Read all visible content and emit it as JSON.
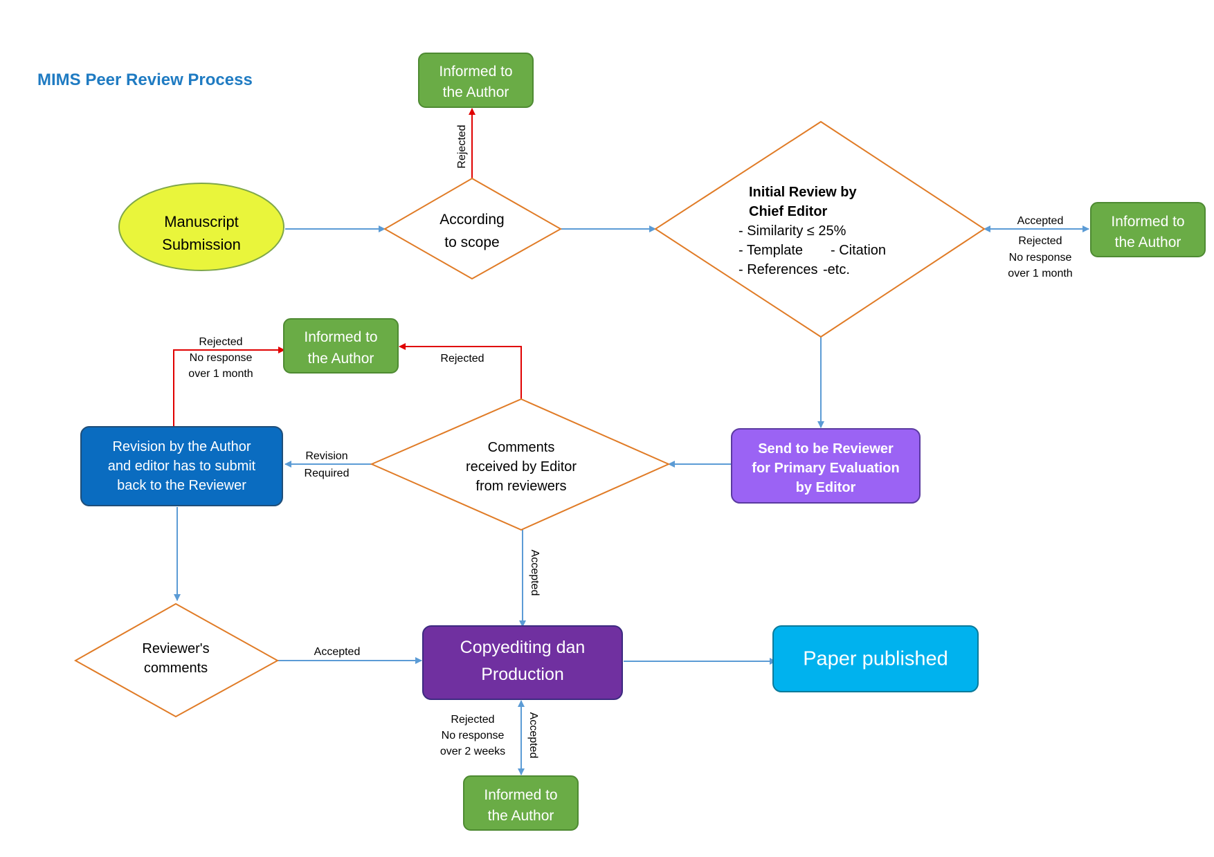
{
  "title": "MIMS Peer Review Process",
  "colors": {
    "title": "#1f7bc2",
    "flow_arrow": "#5b9bd5",
    "reject_arrow": "#e00000",
    "diamond_border": "#e07b26",
    "green_box": "#6aac46",
    "yellow_ellipse": "#e9f53b",
    "blue_box": "#0a6cc0",
    "lavender_box": "#9b63f4",
    "purple_box": "#7030a0",
    "cyan_box": "#00b2ee"
  },
  "nodes": {
    "manuscript_submission": {
      "line1": "Manuscript",
      "line2": "Submission"
    },
    "according_to_scope": {
      "line1": "According",
      "line2": "to scope"
    },
    "informed_top": {
      "line1": "Informed to",
      "line2": "the Author"
    },
    "initial_review": {
      "line1": "Initial Review by",
      "line2": "Chief Editor",
      "item1": "- Similarity ≤ 25%",
      "item2": "- Template",
      "item2b": "- Citation",
      "item3": "- References",
      "item3b": "-etc."
    },
    "informed_right": {
      "line1": "Informed to",
      "line2": "the Author"
    },
    "informed_mid": {
      "line1": "Informed to",
      "line2": "the Author"
    },
    "revision_by_author": {
      "line1": "Revision by the Author",
      "line2": "and editor has to submit",
      "line3": "back to the Reviewer"
    },
    "comments_received": {
      "line1": "Comments",
      "line2": "received by Editor",
      "line3": "from reviewers"
    },
    "send_to_reviewer": {
      "line1": "Send to be Reviewer",
      "line2": "for Primary Evaluation",
      "line3": "by Editor"
    },
    "reviewers_comments": {
      "line1": "Reviewer's",
      "line2": "comments"
    },
    "copyediting": {
      "line1": "Copyediting dan",
      "line2": "Production"
    },
    "paper_published": {
      "line1": "Paper published"
    },
    "informed_bottom": {
      "line1": "Informed to",
      "line2": "the Author"
    }
  },
  "edge_labels": {
    "scope_rejected": "Rejected",
    "initial_accepted": "Accepted",
    "initial_rejected": "Rejected",
    "initial_no_response_1": "No response",
    "initial_no_response_2": "over 1 month",
    "comments_rejected": "Rejected",
    "revision_rejected": "Rejected",
    "revision_no_response_1": "No response",
    "revision_no_response_2": "over 1 month",
    "revision_required_1": "Revision",
    "revision_required_2": "Required",
    "comments_accepted": "Accepted",
    "reviewers_accepted": "Accepted",
    "copyediting_rejected": "Rejected",
    "copyediting_no_response_1": "No response",
    "copyediting_no_response_2": "over 2 weeks",
    "copyediting_accepted": "Accepted"
  }
}
